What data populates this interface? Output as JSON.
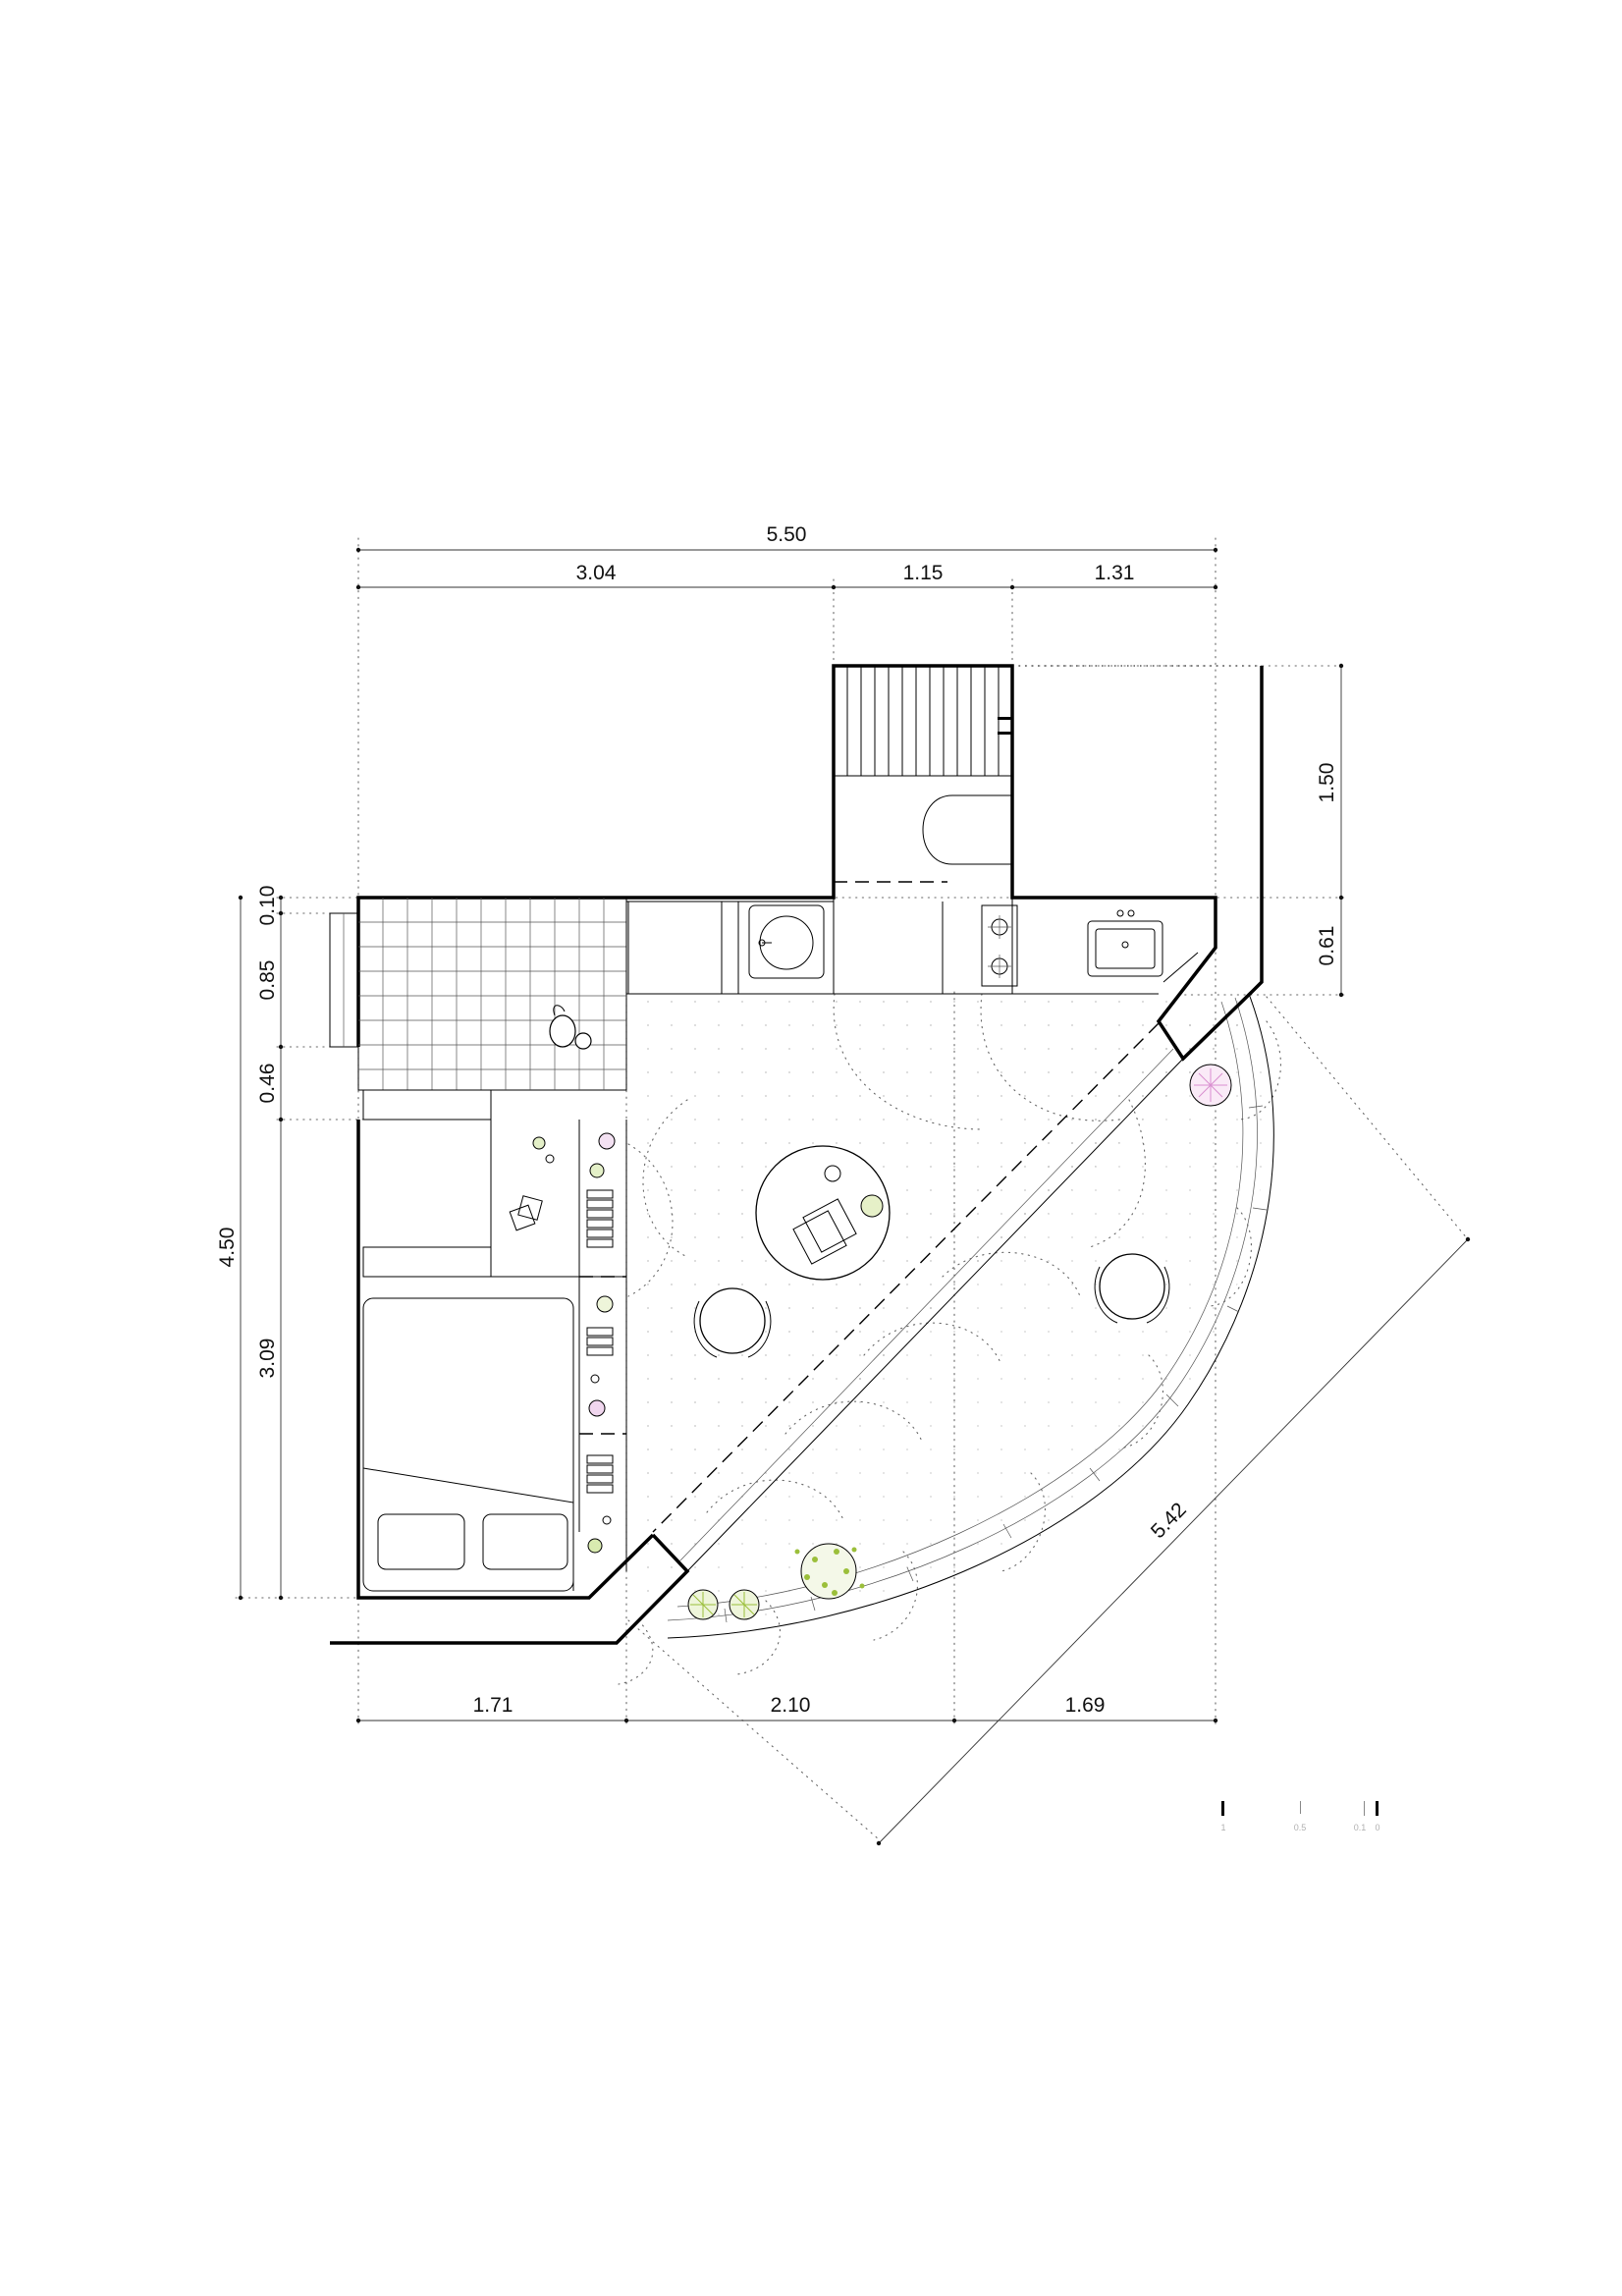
{
  "dimensions": {
    "top_total": "5.50",
    "top_seg_1": "3.04",
    "top_seg_2": "1.15",
    "top_seg_3": "1.31",
    "right_upper": "1.50",
    "right_lower": "0.61",
    "left_total": "4.50",
    "left_seg_1": "0.10",
    "left_seg_2": "0.85",
    "left_seg_3": "0.46",
    "left_seg_4": "3.09",
    "bottom_seg_1": "1.71",
    "bottom_seg_2": "2.10",
    "bottom_seg_3": "1.69",
    "diagonal": "5.42"
  },
  "scale_bar": {
    "labels": [
      "1",
      "0.5",
      "0.1",
      "0"
    ]
  },
  "colors": {
    "line": "#000000",
    "plant_green": "#9bbf3a",
    "flower_pink": "#d98fd0",
    "dot_grey": "#9a9a9a"
  },
  "icons": [
    "stair-icon",
    "bathtub-icon",
    "washbasin-icon",
    "cooktop-icon",
    "kitchen-sink-icon",
    "bed-icon",
    "pillow-icon",
    "round-table-icon",
    "chair-icon",
    "plant-icon",
    "cat-icon"
  ]
}
